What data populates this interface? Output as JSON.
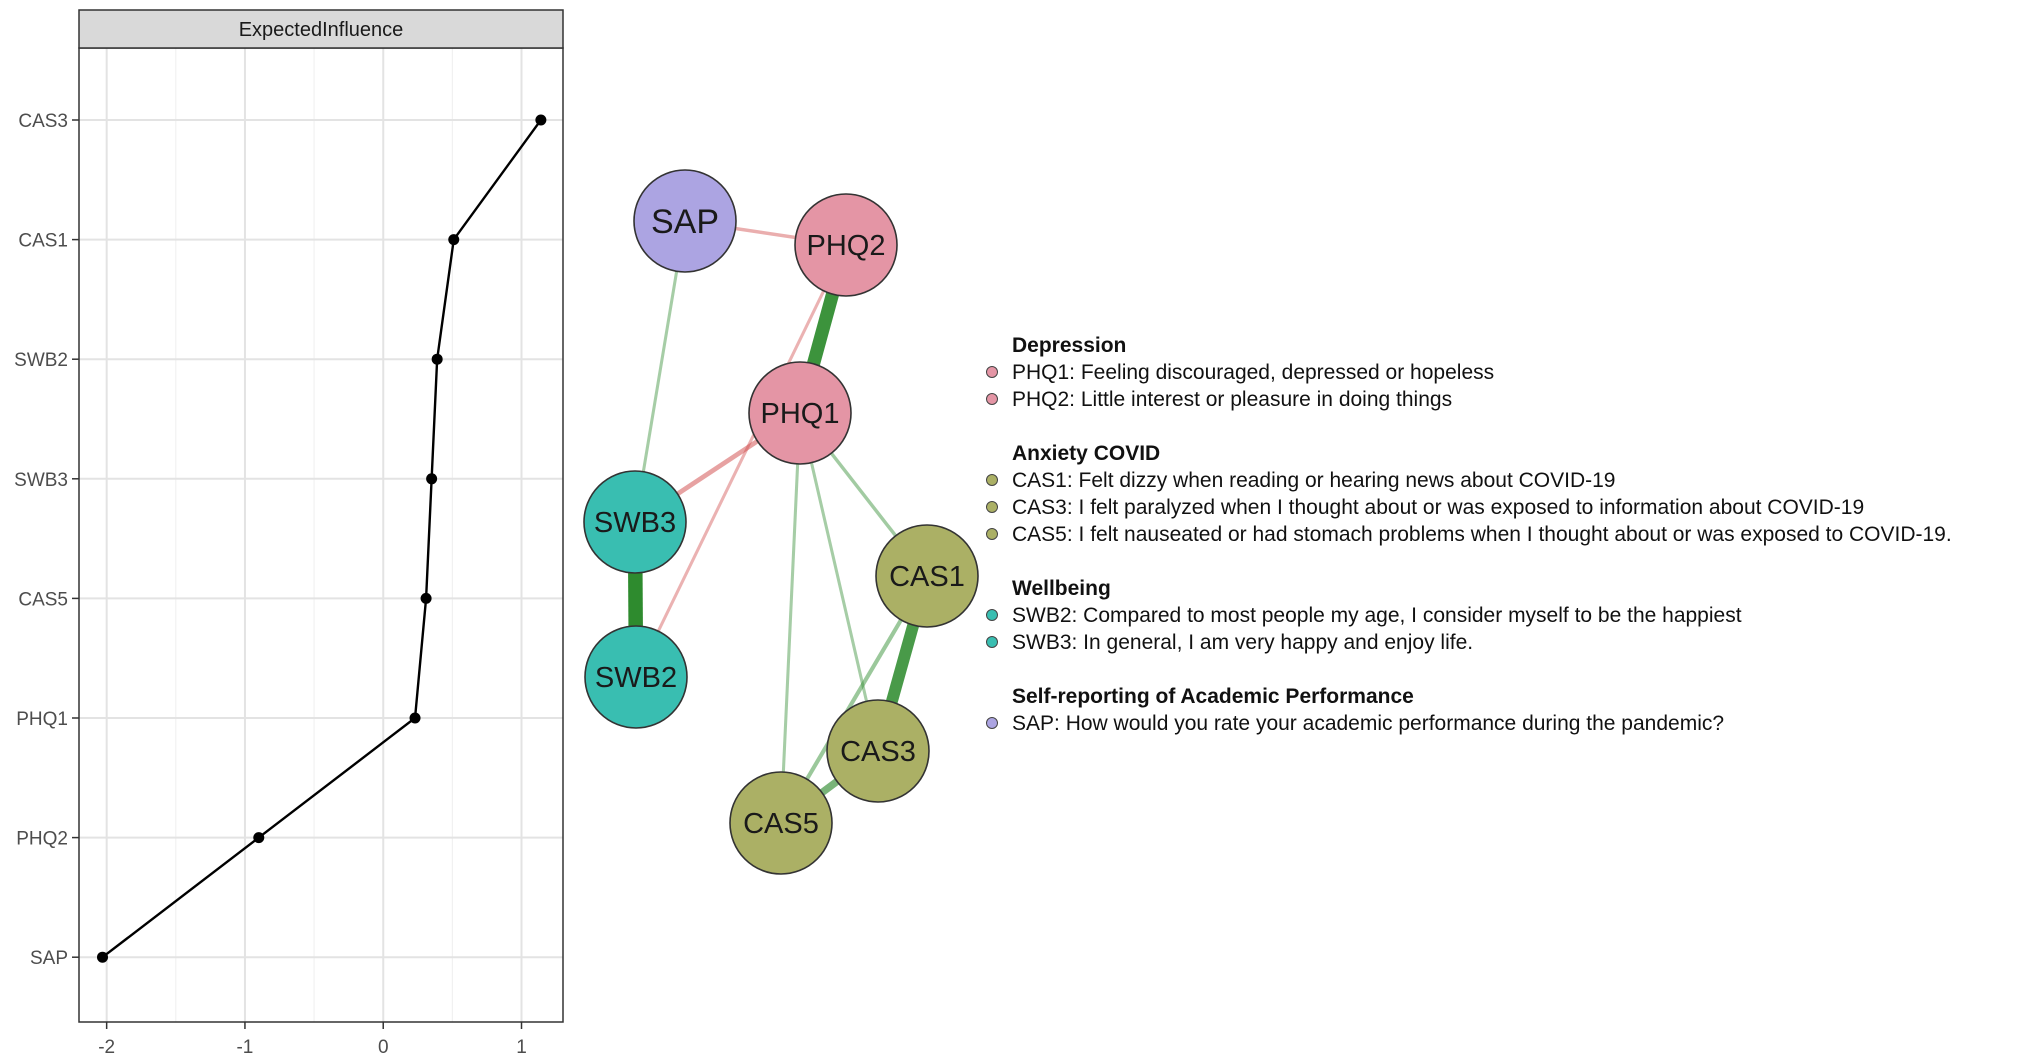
{
  "chart_data": [
    {
      "type": "line",
      "panel_title": "ExpectedInfluence",
      "categories": [
        "CAS3",
        "CAS1",
        "SWB2",
        "SWB3",
        "CAS5",
        "PHQ1",
        "PHQ2",
        "SAP"
      ],
      "values": [
        1.14,
        0.51,
        0.39,
        0.35,
        0.31,
        0.23,
        -0.9,
        -2.03
      ],
      "x_ticks": [
        -2,
        -1,
        0,
        1
      ],
      "xlim": [
        -2.2,
        1.3
      ],
      "grid": true,
      "line_color": "#000000"
    },
    {
      "type": "network",
      "nodes": [
        {
          "id": "SAP",
          "group": "Self-reporting of Academic Performance"
        },
        {
          "id": "PHQ2",
          "group": "Depression"
        },
        {
          "id": "PHQ1",
          "group": "Depression"
        },
        {
          "id": "SWB3",
          "group": "Wellbeing"
        },
        {
          "id": "SWB2",
          "group": "Wellbeing"
        },
        {
          "id": "CAS1",
          "group": "Anxiety COVID"
        },
        {
          "id": "CAS3",
          "group": "Anxiety COVID"
        },
        {
          "id": "CAS5",
          "group": "Anxiety COVID"
        }
      ],
      "edges": [
        {
          "from": "SAP",
          "to": "PHQ2",
          "sign": "negative",
          "weight": 0.15
        },
        {
          "from": "SAP",
          "to": "SWB3",
          "sign": "positive",
          "weight": 0.12
        },
        {
          "from": "PHQ2",
          "to": "PHQ1",
          "sign": "positive",
          "weight": 0.9
        },
        {
          "from": "PHQ2",
          "to": "SWB2",
          "sign": "negative",
          "weight": 0.12
        },
        {
          "from": "PHQ1",
          "to": "SWB3",
          "sign": "negative",
          "weight": 0.25
        },
        {
          "from": "PHQ1",
          "to": "CAS1",
          "sign": "positive",
          "weight": 0.15
        },
        {
          "from": "PHQ1",
          "to": "CAS5",
          "sign": "positive",
          "weight": 0.12
        },
        {
          "from": "PHQ1",
          "to": "CAS3",
          "sign": "positive",
          "weight": 0.12
        },
        {
          "from": "SWB3",
          "to": "SWB2",
          "sign": "positive",
          "weight": 1.0
        },
        {
          "from": "CAS1",
          "to": "CAS3",
          "sign": "positive",
          "weight": 0.8
        },
        {
          "from": "CAS1",
          "to": "CAS5",
          "sign": "positive",
          "weight": 0.2
        },
        {
          "from": "CAS3",
          "to": "CAS5",
          "sign": "positive",
          "weight": 0.45
        }
      ],
      "group_colors": {
        "Depression": "#e495a5",
        "Anxiety COVID": "#abb065",
        "Wellbeing": "#39beb1",
        "Self-reporting of Academic Performance": "#aca4e2"
      },
      "edge_colors": {
        "positive": "#2e8b2e",
        "negative": "#d04a4a"
      },
      "legend": [
        {
          "title": "Depression",
          "items": [
            "PHQ1: Feeling discouraged, depressed or hopeless",
            "PHQ2: Little interest or pleasure in doing things"
          ]
        },
        {
          "title": "Anxiety COVID",
          "items": [
            "CAS1: Felt dizzy when reading or hearing news about COVID-19",
            "CAS3: I felt paralyzed when I thought about or was exposed to information about COVID-19",
            "CAS5: I felt nauseated or had stomach problems when I thought about or was exposed to COVID-19."
          ]
        },
        {
          "title": "Wellbeing",
          "items": [
            "SWB2: Compared to most people my age, I consider myself to be the happiest",
            "SWB3: In general, I am very happy and enjoy life."
          ]
        },
        {
          "title": "Self-reporting of Academic Performance",
          "items": [
            "SAP: How would you rate your academic performance during the pandemic?"
          ]
        }
      ]
    }
  ]
}
